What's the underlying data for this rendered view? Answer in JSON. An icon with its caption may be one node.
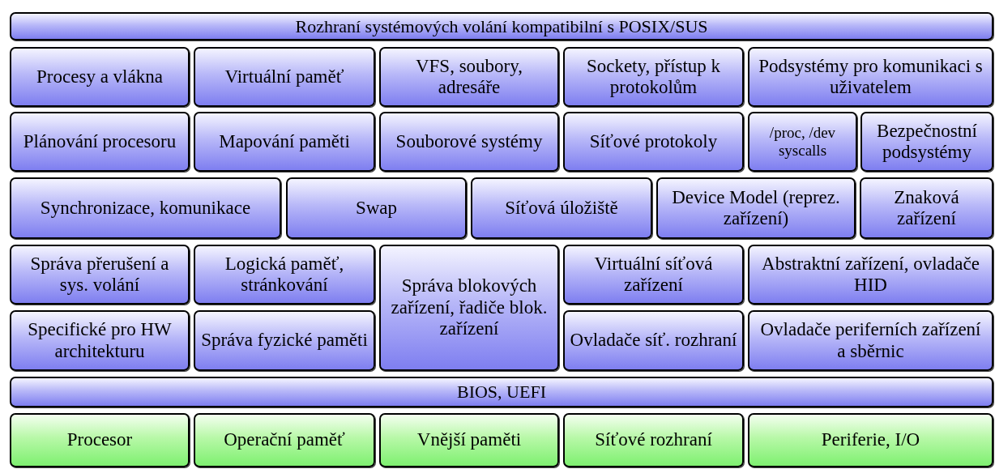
{
  "diagram": {
    "nodes": [
      {
        "text": [
          "Rozhraní systémových volání kompatibilní s POSIX/SUS"
        ]
      },
      {
        "text": [
          "Procesy a vlákna"
        ]
      },
      {
        "text": [
          "Virtuální paměť"
        ]
      },
      {
        "text": [
          "VFS, soubory, adresáře"
        ]
      },
      {
        "text": [
          "Sockety, přístup k protokolům"
        ]
      },
      {
        "text": [
          "Podsystémy pro komunikaci s uživatelem"
        ]
      },
      {
        "text": [
          "Plánování procesoru"
        ]
      },
      {
        "text": [
          "Mapování paměti"
        ]
      },
      {
        "text": [
          "Souborové systémy"
        ]
      },
      {
        "text": [
          "Síťové protokoly"
        ]
      },
      {
        "text": [
          "/proc, /dev syscalls"
        ]
      },
      {
        "text": [
          "Bezpečnostní podsystémy"
        ]
      },
      {
        "text": [
          "Synchronizace, komunikace"
        ]
      },
      {
        "text": [
          "Swap"
        ]
      },
      {
        "text": [
          "Síťová úložiště"
        ]
      },
      {
        "text": [
          "Device Model (reprez. zařízení)"
        ]
      },
      {
        "text": [
          "Znaková zařízení"
        ]
      },
      {
        "text": [
          "Správa přerušení a sys. volání"
        ]
      },
      {
        "text": [
          "Logická paměť, stránkování"
        ]
      },
      {
        "text": [
          "Správa blokových zařízení, řadiče blok. zařízení"
        ]
      },
      {
        "text": [
          "Virtuální síťová zařízení"
        ]
      },
      {
        "text": [
          "Abstraktní zařízení, ovladače HID"
        ]
      },
      {
        "text": [
          "Specifické pro HW architekturu"
        ]
      },
      {
        "text": [
          "Správa fyzické paměti"
        ]
      },
      {
        "text": [
          "Ovladače síť. rozhraní"
        ]
      },
      {
        "text": [
          "Ovladače periferních zařízení a sběrnic"
        ]
      },
      {
        "text": [
          "BIOS, UEFI"
        ]
      },
      {
        "text": [
          "Procesor"
        ]
      },
      {
        "text": [
          "Operační paměť"
        ]
      },
      {
        "text": [
          "Vnější paměti"
        ]
      },
      {
        "text": [
          "Síťové rozhraní"
        ]
      },
      {
        "text": [
          "Periferie, I/O"
        ]
      }
    ]
  }
}
